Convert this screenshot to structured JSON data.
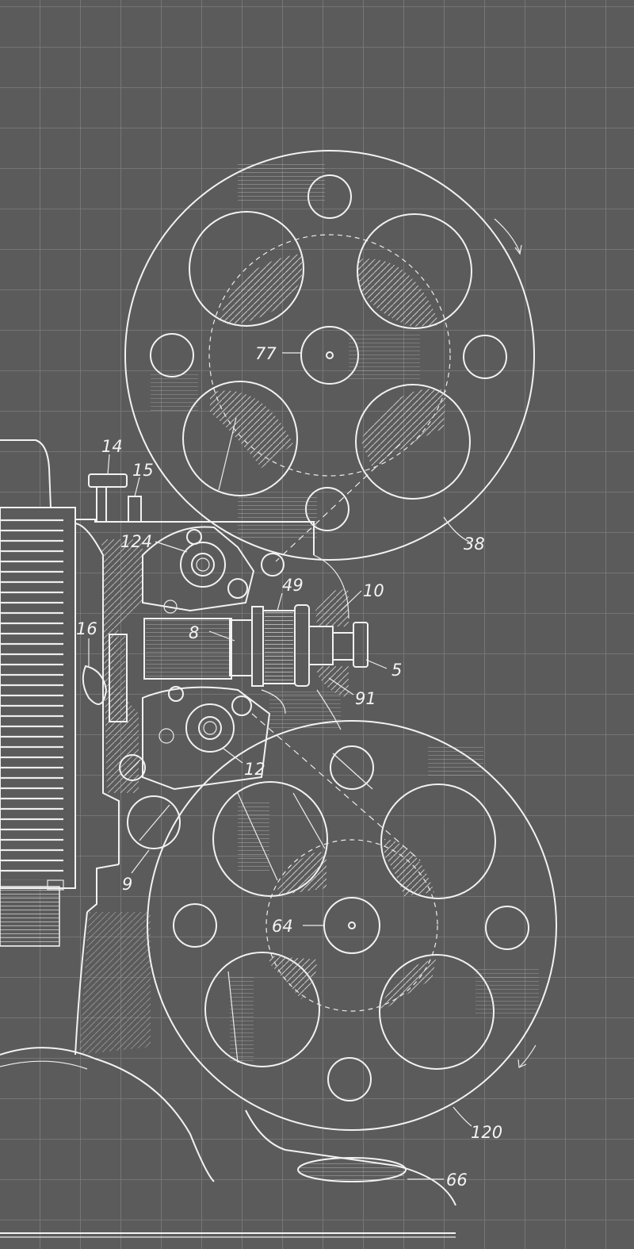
{
  "drawing": {
    "background_color": "#5b5b5b",
    "grid_color": "#7d7d7d",
    "line_color": "#f2f2f2"
  },
  "labels": {
    "l14": "14",
    "l15": "15",
    "l124": "124",
    "l77": "77",
    "l38": "38",
    "l49": "49",
    "l10": "10",
    "l16": "16",
    "l8": "8",
    "l5": "5",
    "l91": "91",
    "l12": "12",
    "l9": "9",
    "l64": "64",
    "l120": "120",
    "l66": "66"
  }
}
